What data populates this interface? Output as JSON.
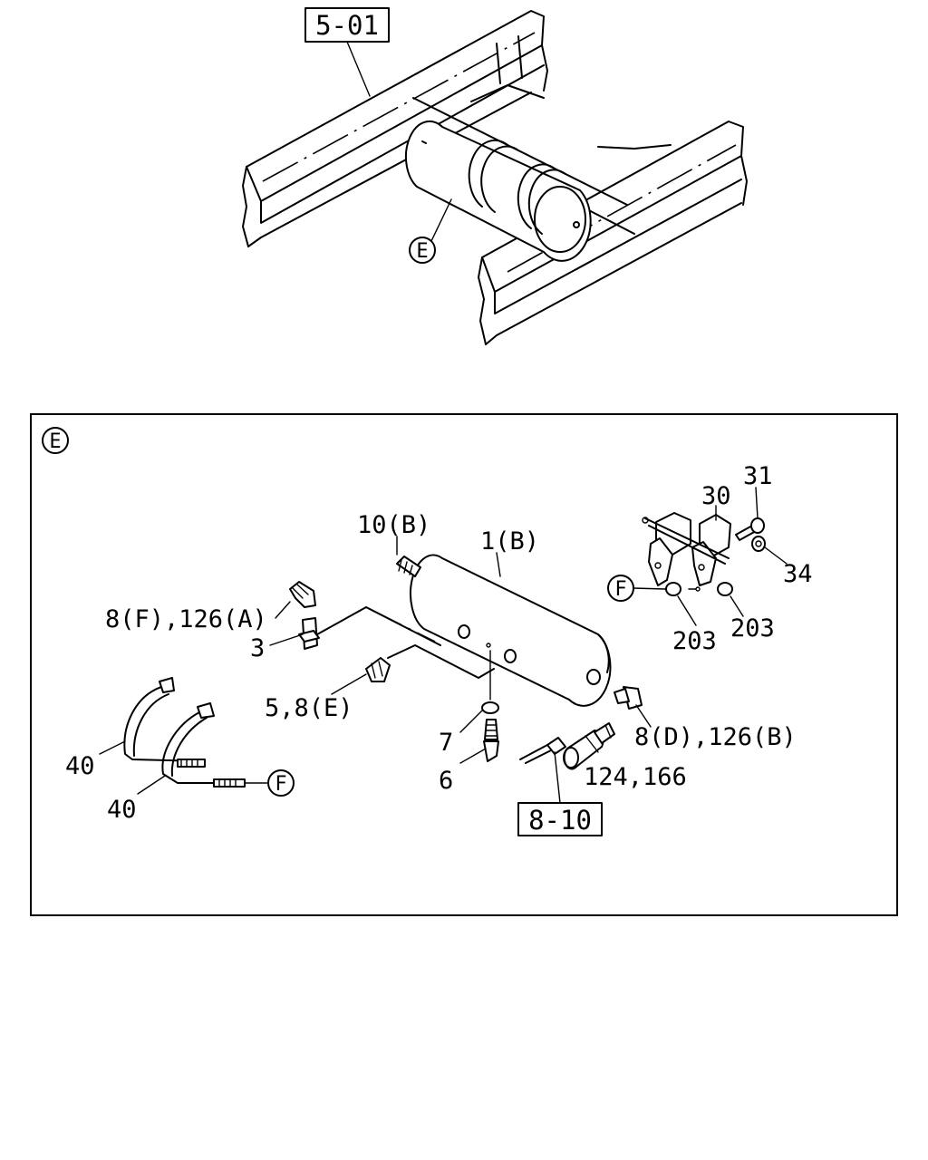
{
  "overview": {
    "ref_box": "5-01",
    "detail_marker": "E"
  },
  "detail": {
    "marker": "E",
    "ref_box": "8-10",
    "connector_marker_1": "F",
    "connector_marker_2": "F",
    "labels": {
      "p10b": "10(B)",
      "p1b": "1(B)",
      "p8f": "8(F),126(A)",
      "p3": "3",
      "p58e": "5,8(E)",
      "p7": "7",
      "p6": "6",
      "p8d": "8(D),126(B)",
      "p124": "124,166",
      "p40a": "40",
      "p40b": "40",
      "p31": "31",
      "p30": "30",
      "p34": "34",
      "p203a": "203",
      "p203b": "203"
    }
  }
}
